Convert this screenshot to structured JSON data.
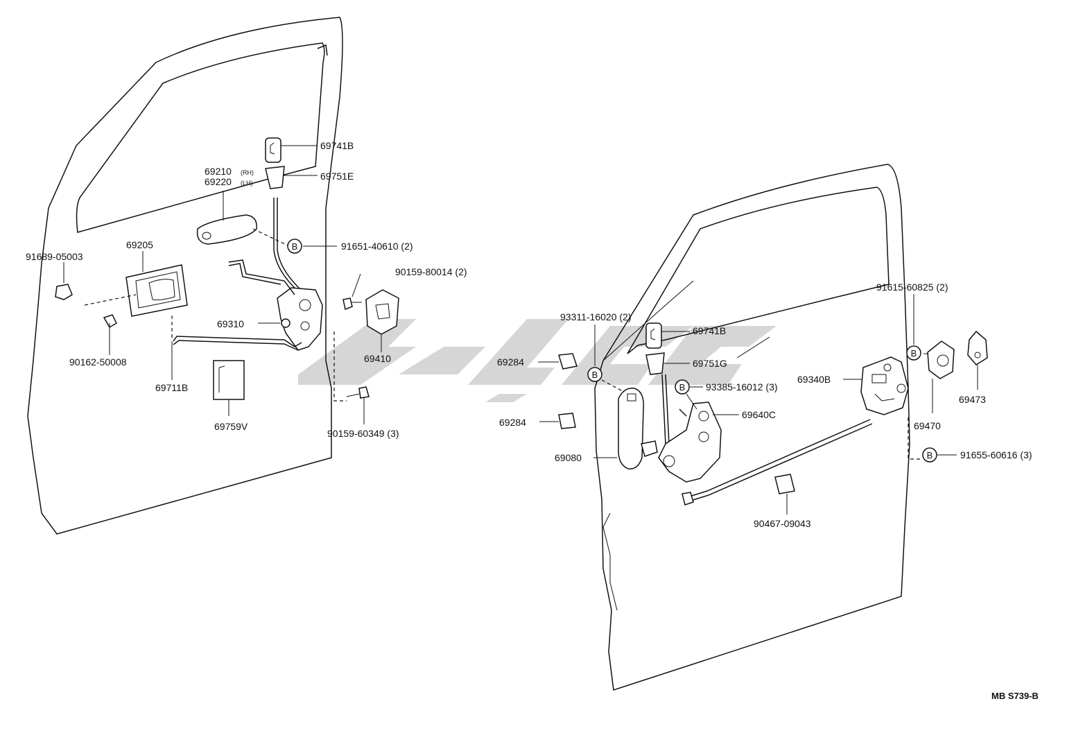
{
  "diagram": {
    "footer_code": "MB S739-B",
    "bolt_marker": "B",
    "left_door_labels": {
      "p69741B": "69741B",
      "p69751E": "69751E",
      "p69210": "69210",
      "p69210_side": "(RH)",
      "p69220": "69220",
      "p69220_side": "(LH)",
      "p91651": "91651-40610 (2)",
      "p91689": "91689-05003",
      "p69205": "69205",
      "p90159_80014": "90159-80014 (2)",
      "p69310": "69310",
      "p69410": "69410",
      "p90162": "90162-50008",
      "p69711B": "69711B",
      "p69759V": "69759V",
      "p90159_60349": "90159-60349 (3)"
    },
    "right_door_labels": {
      "p93311": "93311-16020 (2)",
      "p69741B": "69741B",
      "p69751G": "69751G",
      "p69284a": "69284",
      "p69284b": "69284",
      "p93385": "93385-16012 (3)",
      "p69640C": "69640C",
      "p69080": "69080",
      "p91615": "91615-60825 (2)",
      "p69340B": "69340B",
      "p69473": "69473",
      "p69470": "69470",
      "p91655": "91655-60616 (3)",
      "p90467": "90467-09043"
    }
  },
  "colors": {
    "ink": "#111111",
    "watermark": "#cfcfcf",
    "background": "#ffffff"
  }
}
